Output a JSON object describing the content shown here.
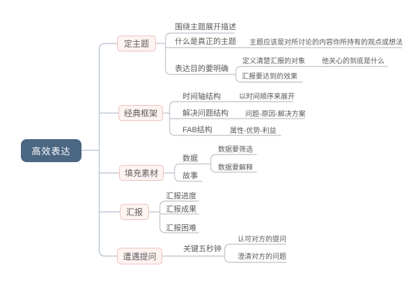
{
  "mindmap": {
    "root": {
      "label": "高效表达"
    },
    "branches": [
      {
        "label": "定主题",
        "children": [
          {
            "label": "围绕主题展开描述"
          },
          {
            "label": "什么是真正的主题",
            "children": [
              {
                "label": "主题应该是对所讨论的内容你所持有的观点或想法"
              }
            ]
          },
          {
            "label": "表达目的要明确",
            "children": [
              {
                "label": "定义清楚汇报的对象",
                "children": [
                  {
                    "label": "他关心的到底是什么"
                  }
                ]
              },
              {
                "label": "汇报要达到的效果"
              }
            ]
          }
        ]
      },
      {
        "label": "经典框架",
        "children": [
          {
            "label": "时间轴结构",
            "children": [
              {
                "label": "以时间顺序来展开"
              }
            ]
          },
          {
            "label": "解决问题结构",
            "children": [
              {
                "label": "问题-原因-解决方案"
              }
            ]
          },
          {
            "label": "FAB结构",
            "children": [
              {
                "label": "属性-优势-利益"
              }
            ]
          }
        ]
      },
      {
        "label": "填充素材",
        "children": [
          {
            "label": "数据",
            "children": [
              {
                "label": "数据要筛选"
              },
              {
                "label": "数据要解释"
              }
            ]
          },
          {
            "label": "故事"
          }
        ]
      },
      {
        "label": "汇报",
        "children": [
          {
            "label": "汇报进度"
          },
          {
            "label": "汇报成果"
          },
          {
            "label": "汇报困难"
          }
        ]
      },
      {
        "label": "遭遇提问",
        "children": [
          {
            "label": "关键五秒钟",
            "children": [
              {
                "label": "认可对方的提问"
              },
              {
                "label": "澄清对方的问题"
              }
            ]
          }
        ]
      }
    ]
  },
  "colors": {
    "root-fill": "#4c6783",
    "root-text": "#ffffff",
    "branch-fill": "#fdf3f1",
    "branch-border": "#eec3bf",
    "trunk-line": "#bdc8d5",
    "line": "#c6cad1",
    "text": "#5a5a5a"
  }
}
